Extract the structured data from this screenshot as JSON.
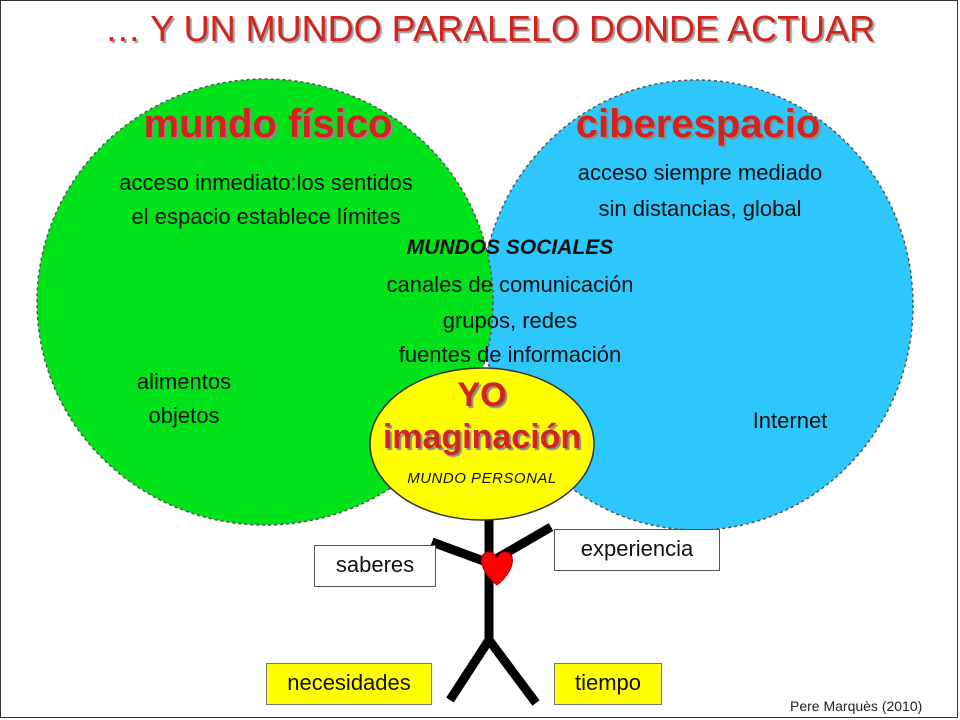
{
  "title": "… Y UN MUNDO PARALELO DONDE ACTUAR",
  "colors": {
    "physical_world": "#00e31a",
    "cyberspace": "#2ec7fb",
    "personal_world": "#ffff00",
    "accent_text": "#d4231c",
    "heart": "#ff0000"
  },
  "physical_world": {
    "title": "mundo físico",
    "lines": [
      "acceso inmediato:los sentidos",
      "el espacio establece límites"
    ],
    "examples": [
      "alimentos",
      "objetos"
    ]
  },
  "cyberspace": {
    "title": "ciberespacio",
    "lines": [
      "acceso siempre mediado",
      "sin distancias, global"
    ],
    "example": "Internet"
  },
  "social_worlds": {
    "title": "MUNDOS SOCIALES",
    "items": [
      "canales de comunicación",
      "grupos, redes",
      "fuentes de información"
    ]
  },
  "personal_world": {
    "yo": "YO",
    "imagination": "imaginación",
    "label": "MUNDO PERSONAL"
  },
  "figure_labels": {
    "knowledge": "saberes",
    "experience": "experiencia",
    "needs": "necesidades",
    "time": "tiempo"
  },
  "icons": {
    "heart": "heart-icon"
  },
  "credit": "Pere Marquès (2010)"
}
